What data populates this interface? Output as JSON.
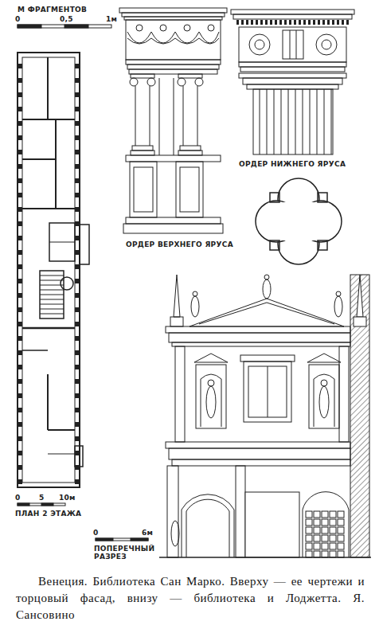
{
  "diagram": {
    "caption": "Венеция. Библиотека Сан Марко. Вверху — ее чертежи и торцовый фасад, внизу — библиотека и Лоджетта. Я. Сансовино",
    "labels": [
      "М ФРАГМЕНТОВ",
      "0",
      "0,5",
      "1м",
      "ОРДЕР ВЕРХНЕГО ЯРУСА",
      "ОРДЕР НИЖНЕГО ЯРУСА",
      "0",
      "5",
      "10м",
      "ПЛАН 2 ЭТАЖА",
      "0",
      "6м",
      "ПОПЕРЕЧНЫЙ РАЗРЕЗ"
    ]
  }
}
